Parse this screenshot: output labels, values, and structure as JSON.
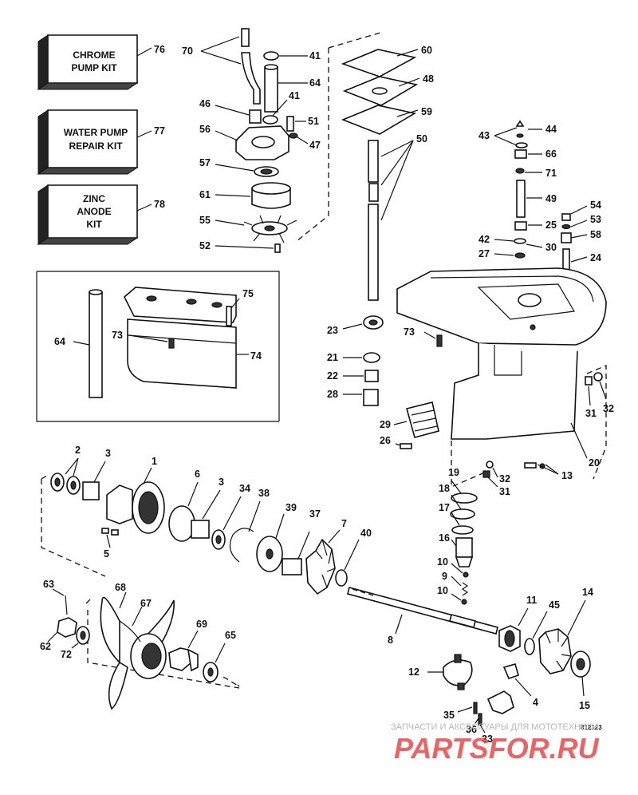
{
  "kits": [
    {
      "line1": "CHROME",
      "line2": "PUMP KIT",
      "line3": "",
      "number": "76"
    },
    {
      "line1": "WATER PUMP",
      "line2": "REPAIR KIT",
      "line3": "",
      "number": "77"
    },
    {
      "line1": "ZINC",
      "line2": "ANODE",
      "line3": "KIT",
      "number": "78"
    }
  ],
  "callouts": {
    "n70": "70",
    "n41a": "41",
    "n64a": "64",
    "n41b": "41",
    "n46": "46",
    "n51": "51",
    "n56": "56",
    "n47": "47",
    "n57": "57",
    "n61": "61",
    "n55": "55",
    "n52": "52",
    "n60": "60",
    "n48": "48",
    "n59": "59",
    "n50": "50",
    "n43": "43",
    "n44": "44",
    "n66": "66",
    "n71": "71",
    "n49": "49",
    "n54": "54",
    "n53": "53",
    "n25": "25",
    "n58": "58",
    "n42": "42",
    "n30": "30",
    "n27": "27",
    "n24": "24",
    "n75": "75",
    "n73a": "73",
    "n64b": "64",
    "n74": "74",
    "n23": "23",
    "n21": "21",
    "n22": "22",
    "n28": "28",
    "n73b": "73",
    "n29": "29",
    "n26": "26",
    "n31a": "31",
    "n32a": "32",
    "n20": "20",
    "n13": "13",
    "n32b": "32",
    "n31b": "31",
    "n2": "2",
    "n3a": "3",
    "n1": "1",
    "n6": "6",
    "n3b": "3",
    "n34": "34",
    "n38": "38",
    "n39": "39",
    "n37": "37",
    "n7": "7",
    "n40": "40",
    "n5": "5",
    "n19": "19",
    "n18": "18",
    "n17": "17",
    "n16": "16",
    "n10a": "10",
    "n9": "9",
    "n10b": "10",
    "n63": "63",
    "n68": "68",
    "n67": "67",
    "n69": "69",
    "n65": "65",
    "n62": "62",
    "n72": "72",
    "n8": "8",
    "n11": "11",
    "n45": "45",
    "n14": "14",
    "n12": "12",
    "n4": "4",
    "n15": "15",
    "n35": "35",
    "n36": "36",
    "n33": "33"
  },
  "drawing_code": "812123",
  "watermark": {
    "caption": "ЗАПЧАСТИ И АКСЕССУАРЫ ДЛЯ МОТОТЕХНИКИ",
    "brand": "PARTSFOR.RU",
    "brand_color": "#e84a4a"
  }
}
